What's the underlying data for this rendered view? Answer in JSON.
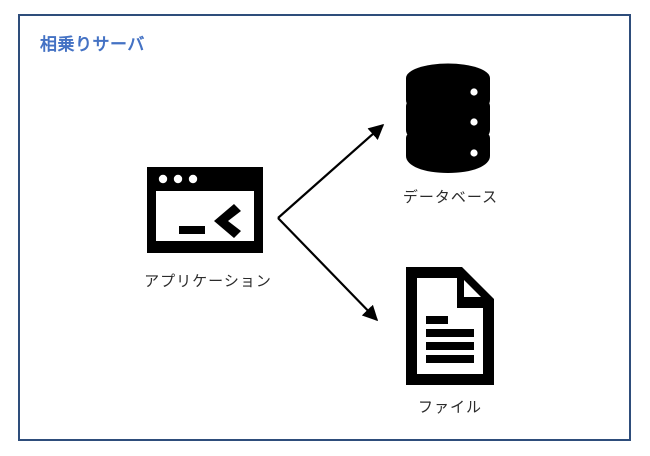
{
  "diagram": {
    "boundary": {
      "title": "相乗りサーバ",
      "title_color": "#4472C4",
      "border_color": "#2E4D7B"
    },
    "nodes": [
      {
        "id": "application",
        "label": "アプリケーション",
        "icon": "terminal-window-icon",
        "color": "#000000"
      },
      {
        "id": "database",
        "label": "データベース",
        "icon": "database-cylinder-icon",
        "color": "#000000"
      },
      {
        "id": "file",
        "label": "ファイル",
        "icon": "document-file-icon",
        "color": "#000000"
      }
    ],
    "connectors": [
      {
        "id": "app-to-database",
        "from": "application",
        "to": "database",
        "style": "arrow"
      },
      {
        "id": "app-to-file",
        "from": "application",
        "to": "file",
        "style": "arrow"
      }
    ]
  }
}
